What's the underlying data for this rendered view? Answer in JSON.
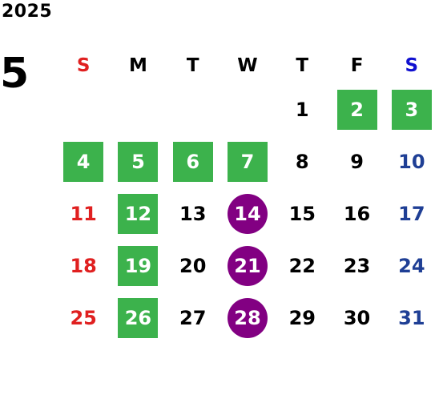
{
  "year": "2025",
  "month": "5",
  "weekdays": [
    {
      "label": "S",
      "type": "sun"
    },
    {
      "label": "M",
      "type": "wd"
    },
    {
      "label": "T",
      "type": "wd"
    },
    {
      "label": "W",
      "type": "wd"
    },
    {
      "label": "T",
      "type": "wd"
    },
    {
      "label": "F",
      "type": "wd"
    },
    {
      "label": "S",
      "type": "sat"
    }
  ],
  "colors": {
    "holiday_bg": "#3cb24c",
    "special_bg": "#820082",
    "sunday": "#e02020",
    "saturday": "#1f3f95"
  },
  "weeks": [
    [
      null,
      null,
      null,
      null,
      {
        "day": "1",
        "style": "plain"
      },
      {
        "day": "2",
        "style": "holiday"
      },
      {
        "day": "3",
        "style": "holiday"
      }
    ],
    [
      {
        "day": "4",
        "style": "holiday"
      },
      {
        "day": "5",
        "style": "holiday"
      },
      {
        "day": "6",
        "style": "holiday"
      },
      {
        "day": "7",
        "style": "holiday"
      },
      {
        "day": "8",
        "style": "plain"
      },
      {
        "day": "9",
        "style": "plain"
      },
      {
        "day": "10",
        "style": "plain"
      }
    ],
    [
      {
        "day": "11",
        "style": "plain"
      },
      {
        "day": "12",
        "style": "holiday"
      },
      {
        "day": "13",
        "style": "plain"
      },
      {
        "day": "14",
        "style": "special"
      },
      {
        "day": "15",
        "style": "plain"
      },
      {
        "day": "16",
        "style": "plain"
      },
      {
        "day": "17",
        "style": "plain"
      }
    ],
    [
      {
        "day": "18",
        "style": "plain"
      },
      {
        "day": "19",
        "style": "holiday"
      },
      {
        "day": "20",
        "style": "plain"
      },
      {
        "day": "21",
        "style": "special"
      },
      {
        "day": "22",
        "style": "plain"
      },
      {
        "day": "23",
        "style": "plain"
      },
      {
        "day": "24",
        "style": "plain"
      }
    ],
    [
      {
        "day": "25",
        "style": "plain"
      },
      {
        "day": "26",
        "style": "holiday"
      },
      {
        "day": "27",
        "style": "plain"
      },
      {
        "day": "28",
        "style": "special"
      },
      {
        "day": "29",
        "style": "plain"
      },
      {
        "day": "30",
        "style": "plain"
      },
      {
        "day": "31",
        "style": "plain"
      }
    ]
  ]
}
